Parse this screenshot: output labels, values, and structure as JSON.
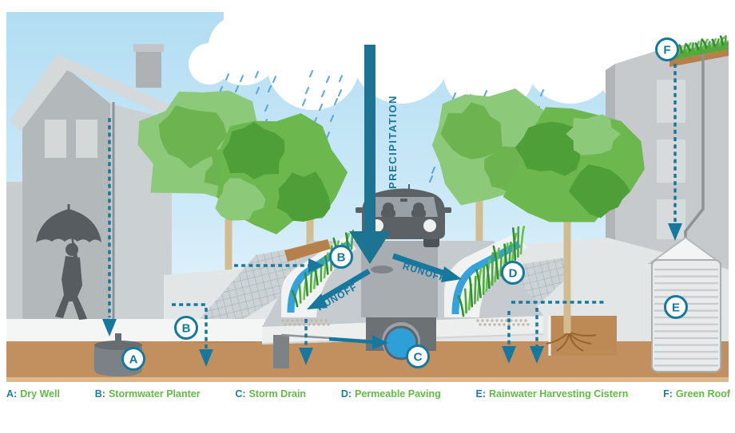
{
  "diagram": {
    "precipitation_label": "PRECIPITATION",
    "runoff_label_left": "RUNOFF",
    "runoff_label_right": "RUNOFF"
  },
  "markers": {
    "a": "A",
    "b": "B",
    "c": "C",
    "d": "D",
    "e": "E",
    "f": "F"
  },
  "legend": {
    "items": [
      {
        "key": "A:",
        "label": "Dry Well"
      },
      {
        "key": "B:",
        "label": "Stormwater Planter"
      },
      {
        "key": "C:",
        "label": "Storm Drain"
      },
      {
        "key": "D:",
        "label": "Permeable Paving"
      },
      {
        "key": "E:",
        "label": "Rainwater Harvesting Cistern"
      },
      {
        "key": "F:",
        "label": "Green Roof"
      }
    ]
  },
  "colors": {
    "teal_accent": "#17789d",
    "legend_green": "#62bb46",
    "sky_blue": "#bfe3f4",
    "soil_brown": "#c2905e",
    "water_blue": "#2f9fd8",
    "tree_green": "#6db84e"
  }
}
